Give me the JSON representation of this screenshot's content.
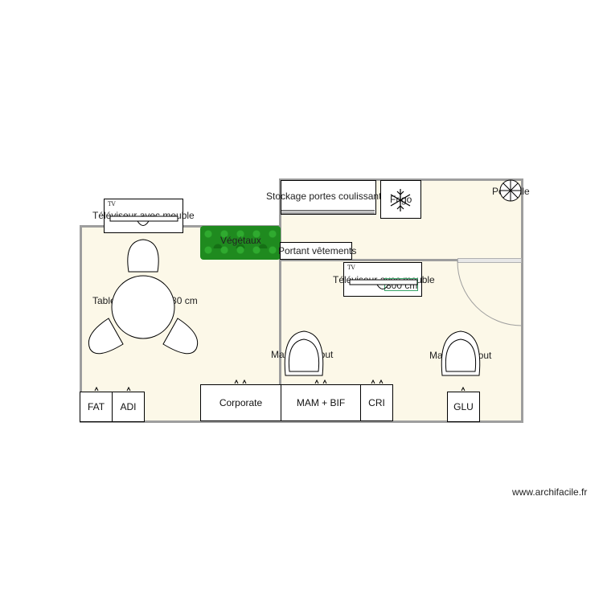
{
  "labels": {
    "tv_left": "Téléviseur avec meuble",
    "tv_right": "Téléviseur avec meuble",
    "tv_tag": "TV",
    "storage": "Stockage portes coulissantes",
    "fridge": "Frigo",
    "trash": "Poubelle",
    "plants": "Végétaux",
    "rack": "Portant vêtements",
    "dimension": "300 cm",
    "table": "Table 3 pers. 80 x 80 cm",
    "stand_left": "Mange-debout",
    "stand_right": "Mange-debout"
  },
  "desks": {
    "fat": "FAT",
    "adi": "ADI",
    "corporate": "Corporate",
    "mam": "MAM + BIF",
    "cri": "CRI",
    "glu": "GLU"
  },
  "credit": "www.archifacile.fr",
  "colors": {
    "floor": "#fcf8e8",
    "wall": "#9e9e9e",
    "plants": "#1f8a1f",
    "dimension": "#3aa56a"
  }
}
